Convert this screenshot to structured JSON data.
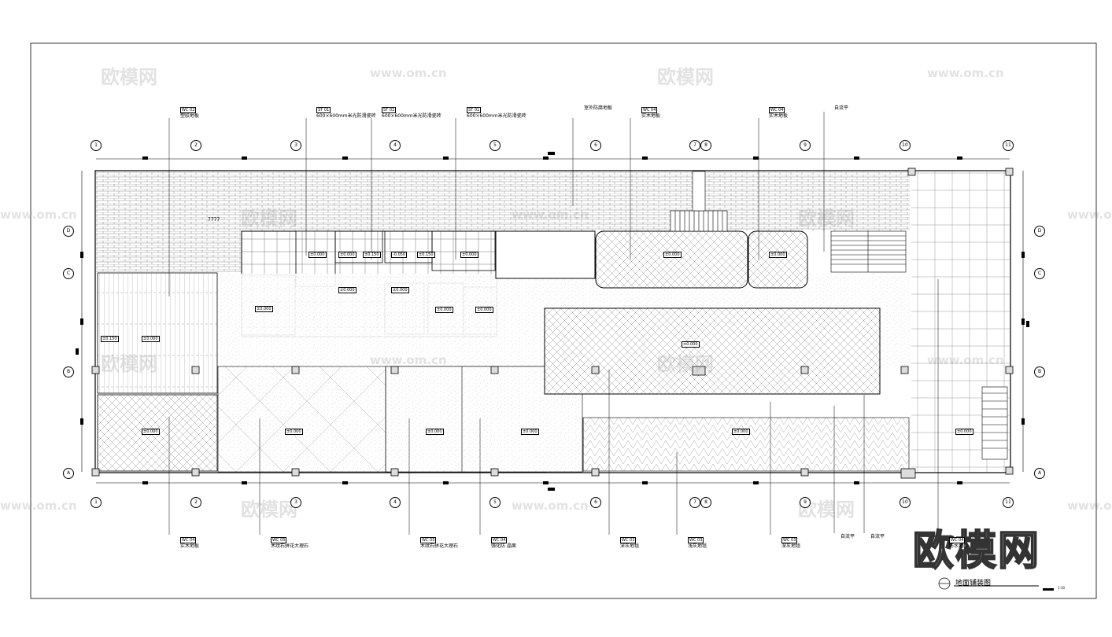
{
  "watermark": {
    "brand": "欧模网",
    "site": "www.om.cn",
    "logo": "欧模网"
  },
  "title": {
    "main": "地面铺装图",
    "scale": "1:30"
  },
  "axes": {
    "top_bottom": [
      "1",
      "2",
      "3",
      "4",
      "5",
      "6",
      "7",
      "8",
      "9",
      "10",
      "11"
    ],
    "left_right": [
      "D",
      "C",
      "B",
      "A"
    ]
  },
  "top_labels": [
    {
      "tag": "WC 02",
      "text": "塑胶地板"
    },
    {
      "tag": "ST 01",
      "text": "600×600mm米光防滑瓷砖"
    },
    {
      "tag": "ST 01",
      "text": "600×600mm米光防滑瓷砖"
    },
    {
      "tag": "ST 01",
      "text": "600×600mm米光防滑瓷砖"
    },
    {
      "tag": "",
      "text": "室外防腐地板"
    },
    {
      "tag": "WC 04",
      "text": "实木地板"
    },
    {
      "tag": "WC 04",
      "text": "实木地板"
    },
    {
      "tag": "",
      "text": "自流平"
    }
  ],
  "bottom_labels": [
    {
      "tag": "WC 04",
      "text": "实木地板"
    },
    {
      "tag": "WC 05",
      "text": "木纹石拼花大理石"
    },
    {
      "tag": "WC 05",
      "text": "木纹石拼花大理石"
    },
    {
      "tag": "WC 04",
      "text": "强化防 晶面"
    },
    {
      "tag": "WC 03",
      "text": "深灰地毯"
    },
    {
      "tag": "WC 03",
      "text": "浅灰地毯"
    },
    {
      "tag": "WC 03",
      "text": "深灰地毯"
    },
    {
      "tag": "",
      "text": "自流平"
    },
    {
      "tag": "",
      "text": "自流平"
    },
    {
      "tag": "WC 04",
      "text": "防水地板"
    }
  ],
  "elevations": [
    "±0.000",
    "±0.150",
    "-0.050"
  ],
  "misc": {
    "deck_mark": "7777"
  }
}
